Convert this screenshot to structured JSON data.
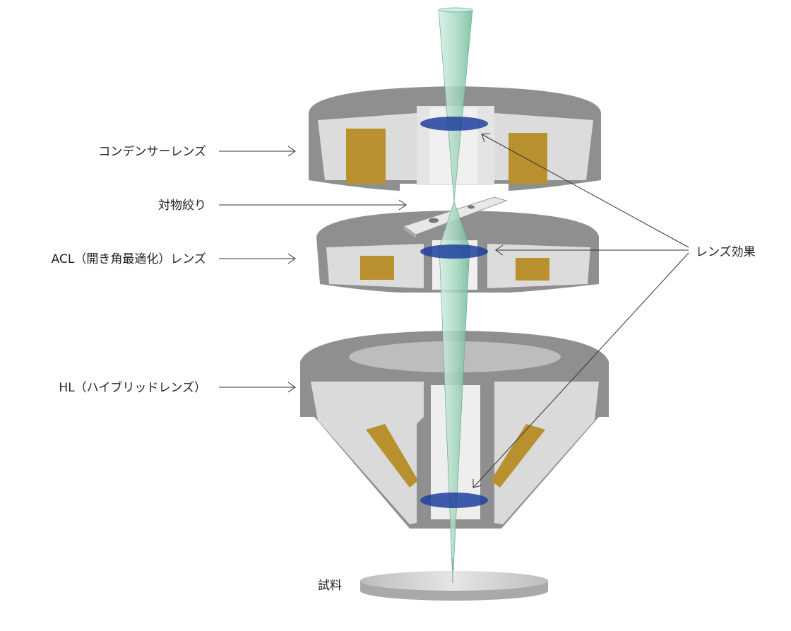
{
  "labels": {
    "condenser_lens": "コンデンサーレンズ",
    "objective_aperture": "対物絞り",
    "acl_lens": "ACL（開き角最適化）レンズ",
    "hl_lens": "HL（ハイブリッドレンズ）",
    "lens_effect": "レンズ効果",
    "specimen": "試料"
  },
  "colors": {
    "pole_piece_light": "#dcdcdc",
    "pole_piece_dark": "#8e8e8e",
    "coil": "#b8902e",
    "lens_field": "#1f3f9e",
    "beam": "#a8d8c0"
  }
}
